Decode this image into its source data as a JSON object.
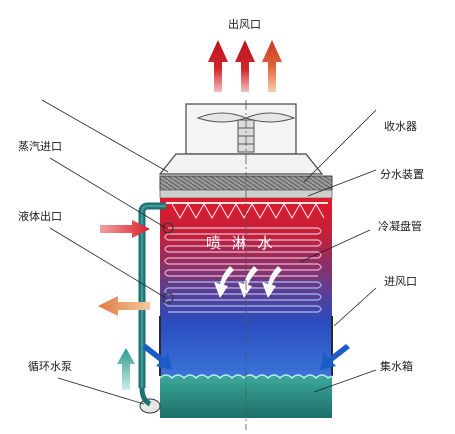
{
  "labels": {
    "air_outlet": "出风口",
    "steam_inlet": "蒸汽进口",
    "liquid_outlet": "液体出口",
    "circulation_pump": "循环水泵",
    "water_collector": "收水器",
    "water_distributor": "分水装置",
    "condensing_coil": "冷凝盘管",
    "air_inlet": "进风口",
    "water_tank": "集水箱",
    "spray_water": "喷 淋 水"
  },
  "icons": {
    "fan": "fan-icon",
    "air_out_arrow": "arrow-up-icon",
    "air_in_arrow": "arrow-diagonal-icon",
    "water_flow_arrow": "curved-arrow-icon"
  },
  "colors": {
    "hot": "#d0182a",
    "cold": "#1c56c6",
    "pipe": "#1f6e72",
    "tank": "#2a8a80",
    "air_out": "#d4242a",
    "steam_arrow": "#e0303a",
    "liquid_arrow": "#e8884a",
    "pump_arrow": "#2e9a8c"
  }
}
